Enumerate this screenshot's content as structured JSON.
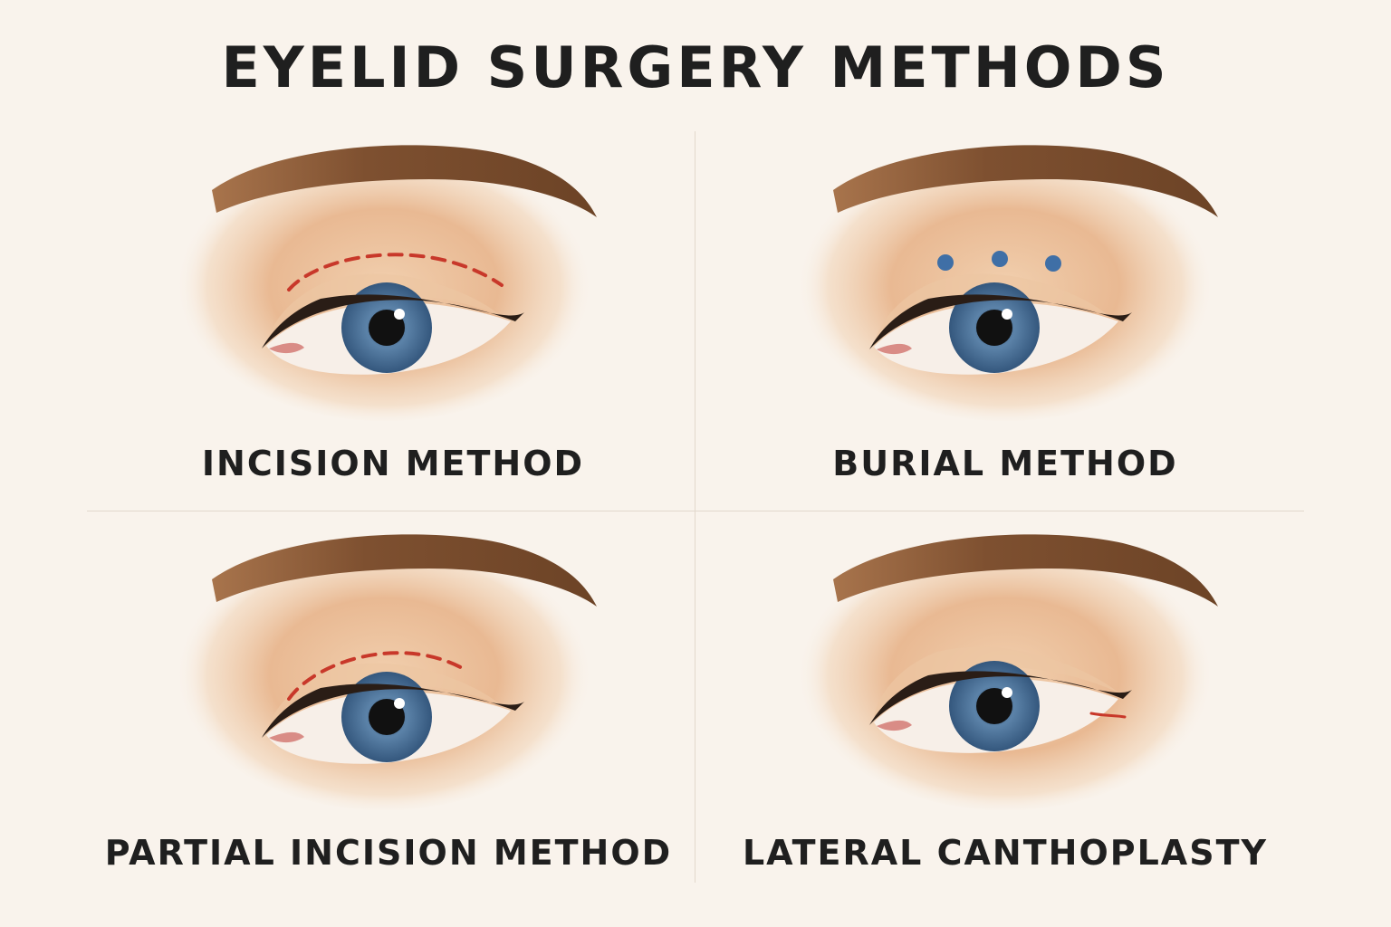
{
  "title": "EYELID SURGERY METHODS",
  "panels": [
    {
      "label": "INCISION METHOD",
      "marker": "dashed-long-incision-line",
      "marker_color": "#c8382a"
    },
    {
      "label": "BURIAL METHOD",
      "marker": "three-suture-dots",
      "marker_color": "#3f6fa6"
    },
    {
      "label": "PARTIAL INCISION METHOD",
      "marker": "dashed-short-incision-line",
      "marker_color": "#c8382a"
    },
    {
      "label": "LATERAL CANTHOPLASTY",
      "marker": "outer-corner-incision-line",
      "marker_color": "#c8382a"
    }
  ],
  "colors": {
    "background": "#f9f3ec",
    "skin": "#e6b48c",
    "brow": "#8a5a36",
    "iris": "#5b82a8",
    "text": "#1f1f1f"
  }
}
